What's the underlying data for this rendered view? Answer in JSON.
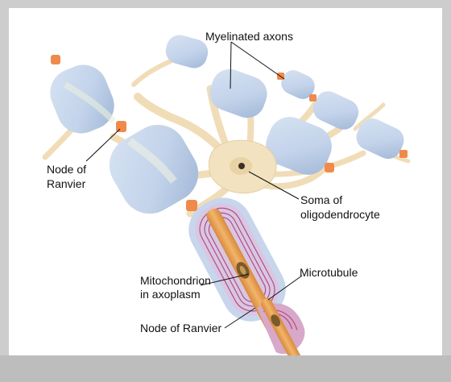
{
  "labels": {
    "myelinated_axons": "Myelinated axons",
    "node_of_ranvier_1_line1": "Node of",
    "node_of_ranvier_1_line2": "Ranvier",
    "soma_line1": "Soma of",
    "soma_line2": "oligodendrocyte",
    "mitochondrion_line1": "Mitochondrion",
    "mitochondrion_line2": "in axoplasm",
    "microtubule": "Microtubule",
    "node_of_ranvier_2": "Node of Ranvier"
  },
  "colors": {
    "frame": "#cdcdcd",
    "myelin": "#c3d3ea",
    "myelin_shadow": "#9fb6d6",
    "cell": "#f3e2bf",
    "cell_edge": "#d9c39a",
    "node": "#f08a4b",
    "axon_core": "#e7a155",
    "lamellae": "#b24d86"
  }
}
